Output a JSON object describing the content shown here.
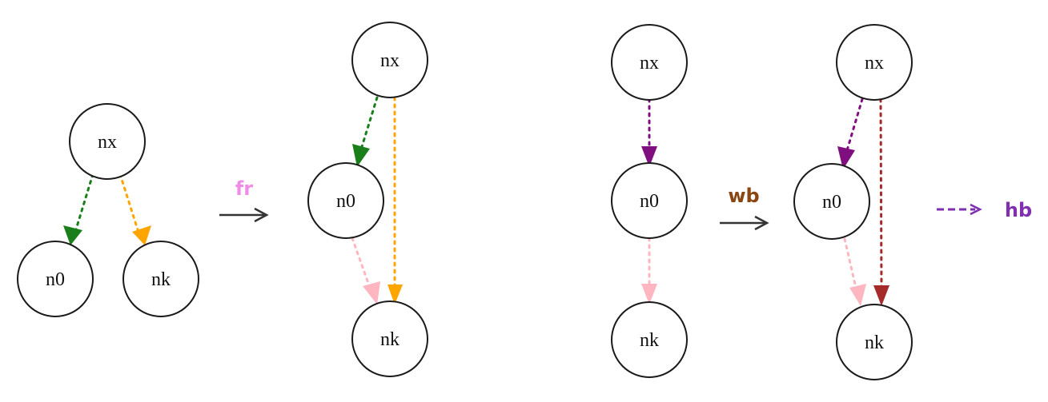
{
  "panel1": {
    "nx": "nx",
    "n0": "n0",
    "nk": "nk",
    "edge_nx_n0_color": "#1a7f1a",
    "edge_nx_nk_color": "#ffa500"
  },
  "op_fr": {
    "label": "fr",
    "color": "#f08ce8"
  },
  "panel2": {
    "nx": "nx",
    "n0": "n0",
    "nk": "nk",
    "edge_nx_n0_color": "#1a7f1a",
    "edge_nx_nk_color": "#ffa500",
    "edge_n0_nk_color": "#ffb6c1"
  },
  "panel3": {
    "nx": "nx",
    "n0": "n0",
    "nk": "nk",
    "edge_nx_n0_color": "#7f0f7f",
    "edge_n0_nk_color": "#ffb6c1"
  },
  "op_wb": {
    "label": "wb",
    "color": "#8b4513"
  },
  "panel4": {
    "nx": "nx",
    "n0": "n0",
    "nk": "nk",
    "edge_nx_n0_color": "#7f0f7f",
    "edge_nx_nk_color": "#a52a2a",
    "edge_n0_nk_color": "#ffb6c1"
  },
  "legend_hb": {
    "label": "hb",
    "color": "#7f2faf"
  },
  "arrow_color": "#333333"
}
